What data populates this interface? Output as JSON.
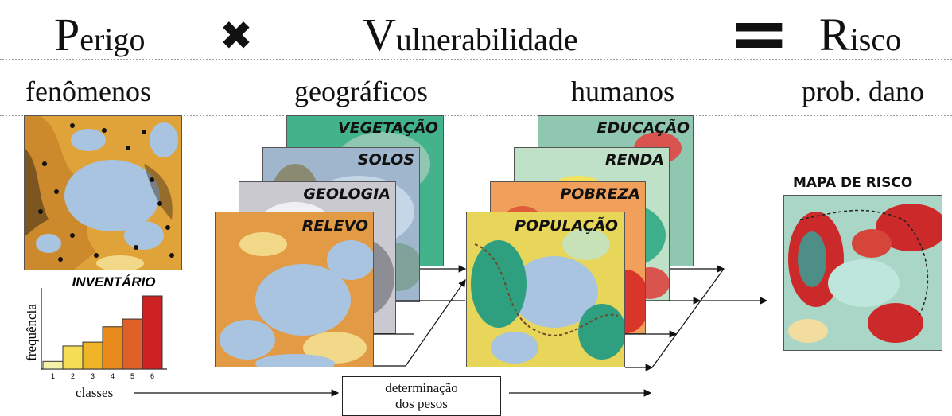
{
  "header": {
    "perigo_initial": "P",
    "perigo_rest": "erigo",
    "times_symbol": "✖",
    "vuln_initial": "V",
    "vuln_rest": "ulnerabilidade",
    "equals_symbol": "=",
    "risco_initial": "R",
    "risco_rest": "isco"
  },
  "subheader": {
    "fenomenos": "fenômenos",
    "geograficos": "geográficos",
    "humanos": "humanos",
    "prob_dano": "prob. dano"
  },
  "geo_maps": [
    "VEGETAÇÃO",
    "SOLOS",
    "GEOLOGIA",
    "RELEVO"
  ],
  "human_maps": [
    "EDUCAÇÃO",
    "RENDA",
    "POBREZA",
    "POPULAÇÃO"
  ],
  "risk_map_title": "MAPA DE RISCO",
  "inventory": {
    "title": "INVENTÁRIO",
    "ylabel": "frequência",
    "xlabel": "classes"
  },
  "weights_box": {
    "line1": "determinação",
    "line2": "dos pesos"
  },
  "chart_data": {
    "type": "bar",
    "title": "INVENTÁRIO",
    "xlabel": "classes",
    "ylabel": "frequência",
    "categories": [
      "1",
      "2",
      "3",
      "4",
      "5",
      "6"
    ],
    "values": [
      1,
      3,
      3.5,
      5.5,
      6.5,
      9.5
    ],
    "colors": [
      "#f7f0a8",
      "#f5dd55",
      "#f0b429",
      "#e88a1c",
      "#e0602a",
      "#cc2222"
    ]
  }
}
